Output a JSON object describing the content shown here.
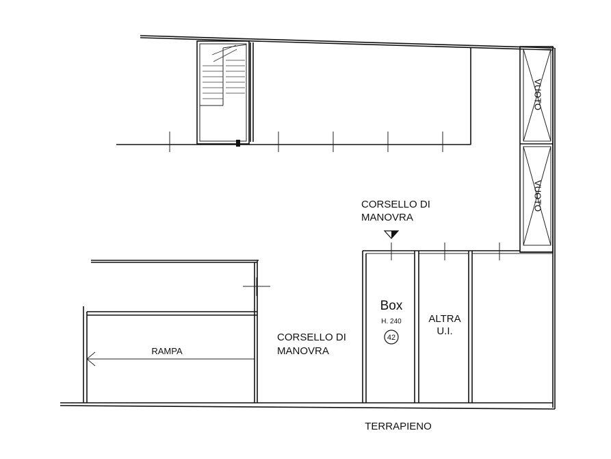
{
  "labels": {
    "vuoto_1": "VUOTO",
    "vuoto_2": "VUOTO",
    "corsello_upper_line1": "CORSELLO DI",
    "corsello_upper_line2": "MANOVRA",
    "corsello_lower_line1": "CORSELLO DI",
    "corsello_lower_line2": "MANOVRA",
    "box_title": "Box",
    "box_height": "H. 240",
    "box_number": "42",
    "altra_line1": "ALTRA",
    "altra_line2": "U.I.",
    "rampa": "RAMPA",
    "terrapieno": "TERRAPIENO"
  }
}
